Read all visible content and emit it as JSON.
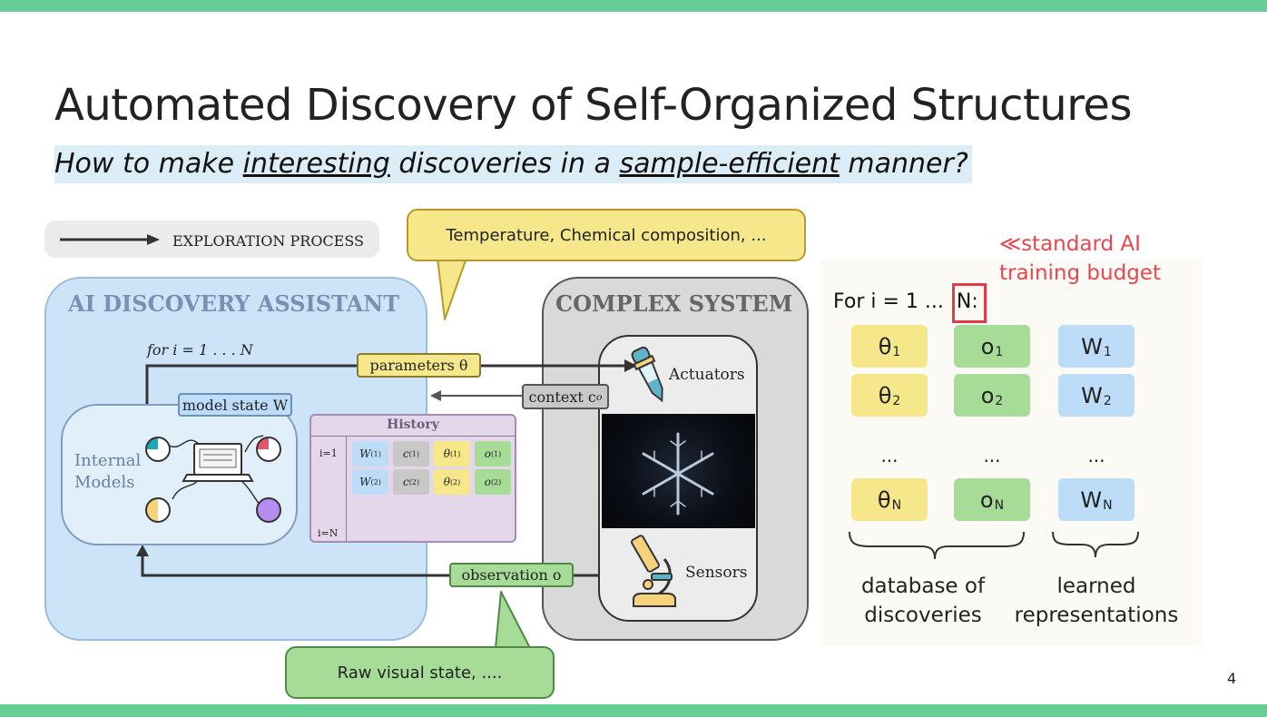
{
  "slide": {
    "title": "Automated Discovery of Self-Organized Structures",
    "subtitle": {
      "part1": "How to make ",
      "underline1": "interesting",
      "part2": " discoveries in a ",
      "underline2": "sample-efficient",
      "part3": " manner?"
    },
    "page_number": "4"
  },
  "colors": {
    "accent_bar": "#66cf96",
    "assistant_bg": "#cde4f8",
    "system_bg": "#d9d9d9",
    "yellow": "#f6e88a",
    "green": "#a6dc97",
    "blue": "#bcdcf7",
    "red": "#e63946"
  },
  "diagram": {
    "legend": "EXPLORATION PROCESS",
    "assistant_title": "AI DISCOVERY ASSISTANT",
    "system_title": "COMPLEX SYSTEM",
    "loop_label": "for i = 1 . . . N",
    "model_state": "model state W",
    "internal_models": "Internal Models",
    "history_title": "History",
    "history_rows": [
      {
        "index": "i=1",
        "W": "W",
        "c": "c",
        "theta": "θ",
        "o": "o",
        "sup": "(1)"
      },
      {
        "index": "",
        "W": "W",
        "c": "c",
        "theta": "θ",
        "o": "o",
        "sup": "(2)"
      }
    ],
    "history_last": "i=N",
    "parameters": "parameters θ",
    "context": "context c",
    "context_sub": "o",
    "observation": "observation o",
    "actuators": "Actuators",
    "sensors": "Sensors",
    "callout_top": "Temperature, Chemical composition, ...",
    "callout_bottom": "Raw visual state, ...."
  },
  "right_panel": {
    "loop_prefix": "For i = 1 ... ",
    "loop_N": "N:",
    "annotation_line1": "≪standard AI",
    "annotation_line2": "training budget",
    "rows": [
      {
        "theta": "θ",
        "o": "o",
        "w": "W",
        "sub": "1"
      },
      {
        "theta": "θ",
        "o": "o",
        "w": "W",
        "sub": "2"
      }
    ],
    "ellipsis": "...",
    "last": {
      "theta": "θ",
      "o": "o",
      "w": "W",
      "sub": "N"
    },
    "database_label_1": "database of",
    "database_label_2": "discoveries",
    "learned_label_1": "learned",
    "learned_label_2": "representations"
  }
}
